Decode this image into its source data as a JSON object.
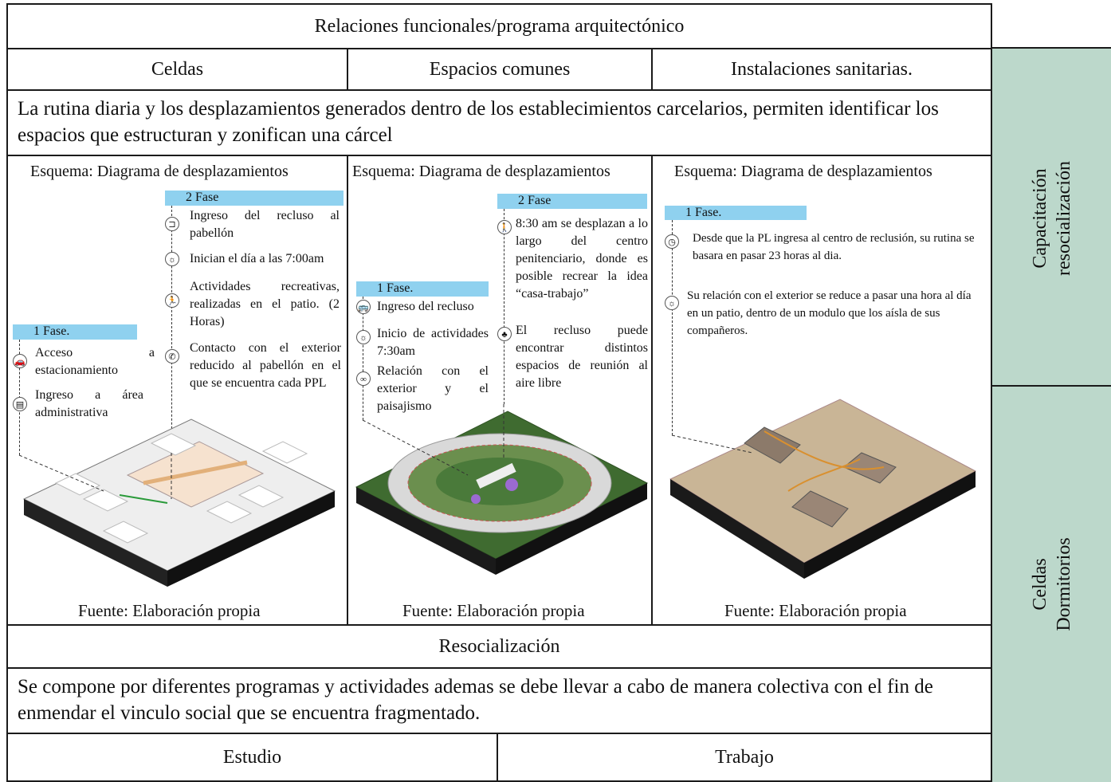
{
  "title": "Relaciones funcionales/programa arquitectónico",
  "columns": [
    "Celdas",
    "Espacios comunes",
    "Instalaciones sanitarias."
  ],
  "intro": "La rutina diaria y los desplazamientos generados dentro de los establecimientos carcelarios, permiten identificar los espacios que estructuran y zonifican una cárcel",
  "panels": [
    {
      "heading": "Esquema: Diagrama de desplazamientos",
      "source": "Fuente: Elaboración propia",
      "phases": [
        {
          "label": "2 Fase",
          "items": [
            {
              "icon": "door-icon",
              "text": "Ingreso del recluso al pabellón"
            },
            {
              "icon": "sun-icon",
              "text": "Inician el día a las 7:00am"
            },
            {
              "icon": "runner-icon",
              "text": "Actividades recreativas, realizadas en el patio. (2 Horas)"
            },
            {
              "icon": "phone-icon",
              "text": "Contacto con el exterior reducido al pabellón en el que se encuentra cada PPL"
            }
          ]
        },
        {
          "label": "1 Fase.",
          "items": [
            {
              "icon": "car-icon",
              "text": "Acceso a estacionamiento"
            },
            {
              "icon": "office-icon",
              "text": "Ingreso a área administrativa"
            }
          ]
        }
      ]
    },
    {
      "heading": "Esquema: Diagrama de desplazamientos",
      "source": "Fuente: Elaboración propia",
      "phases": [
        {
          "label": "2 Fase",
          "items": [
            {
              "icon": "walk-icon",
              "text": "8:30 am se desplazan a lo largo del centro penitenciario, donde es posible recrear la idea “casa-trabajo”"
            },
            {
              "icon": "tree-icon",
              "text": "El recluso puede encontrar distintos espacios de reunión al aire libre"
            }
          ]
        },
        {
          "label": "1 Fase.",
          "items": [
            {
              "icon": "bus-icon",
              "text": "Ingreso del recluso"
            },
            {
              "icon": "sun-icon",
              "text": "Inicio de actividades 7:30am"
            },
            {
              "icon": "link-icon",
              "text": "Relación con el exterior y el paisajismo"
            }
          ]
        }
      ]
    },
    {
      "heading": "Esquema: Diagrama de desplazamientos",
      "source": "Fuente: Elaboración propia",
      "phases": [
        {
          "label": "1 Fase.",
          "items": [
            {
              "icon": "clock-icon",
              "text": "Desde que la PL ingresa al centro de reclusión, su rutina se basara en pasar 23 horas al dia."
            },
            {
              "icon": "sun-icon",
              "text": "Su relación con el exterior se reduce a pasar una hora al día en un patio, dentro de un modulo que los aísla de sus compañeros."
            }
          ]
        }
      ]
    }
  ],
  "resocial_title": "Resocialización",
  "resocial_text": "Se compone por diferentes programas y actividades ademas se debe llevar a cabo de manera colectiva con el fin de enmendar el vinculo social que se encuentra fragmentado.",
  "bottom": [
    "Estudio",
    "Trabajo"
  ],
  "side_labels": [
    {
      "line1": "Capacitación",
      "line2": "resocialización"
    },
    {
      "line1": "Celdas",
      "line2": "Dormitorios"
    }
  ],
  "colors": {
    "side_green": "#bcd8cb",
    "phase_bar": "#8fd1ef"
  }
}
